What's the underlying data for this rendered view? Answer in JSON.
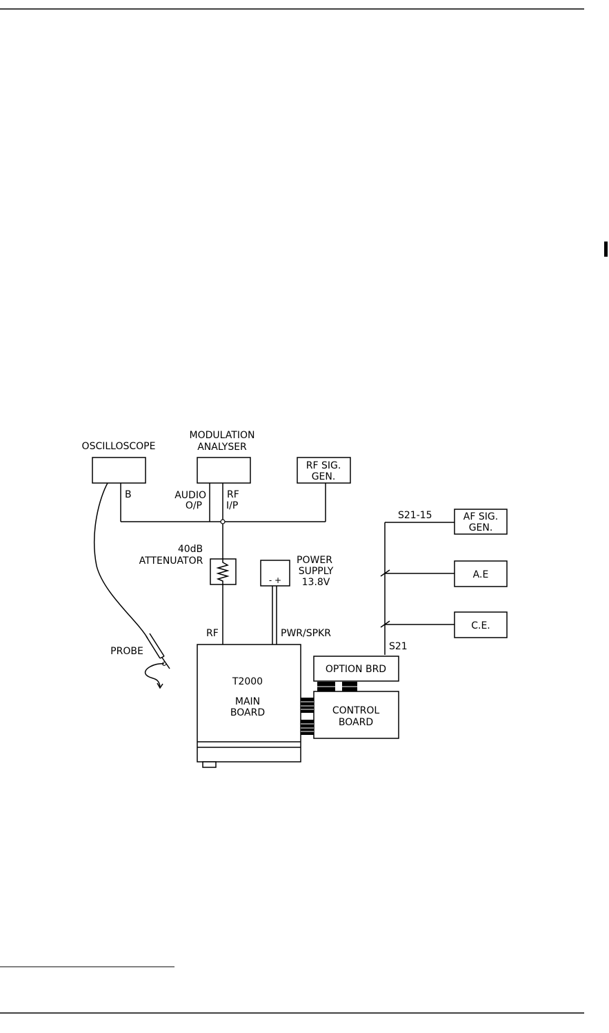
{
  "labels": {
    "oscilloscope": "OSCILLOSCOPE",
    "modulation_l1": "MODULATION",
    "modulation_l2": "ANALYSER",
    "rf_sig_gen_l1": "RF SIG.",
    "rf_sig_gen_l2": "GEN.",
    "b": "B",
    "audio_op_l1": "AUDIO",
    "audio_op_l2": "O/P",
    "rf_ip_l1": "RF",
    "rf_ip_l2": "I/P",
    "s21_15": "S21-15",
    "af_sig_gen_l1": "AF SIG.",
    "af_sig_gen_l2": "GEN.",
    "attenuator_l1": "40dB",
    "attenuator_l2": "ATTENUATOR",
    "power_supply_l1": "POWER",
    "power_supply_l2": "SUPPLY",
    "power_supply_l3": "13.8V",
    "ps_terminals": "- +",
    "ae": "A.E",
    "ce": "C.E.",
    "rf": "RF",
    "pwr_spkr": "PWR/SPKR",
    "probe": "PROBE",
    "s21": "S21",
    "option_brd": "OPTION BRD",
    "t2000": "T2000",
    "main_l1": "MAIN",
    "main_l2": "BOARD",
    "control_l1": "CONTROL",
    "control_l2": "BOARD"
  }
}
